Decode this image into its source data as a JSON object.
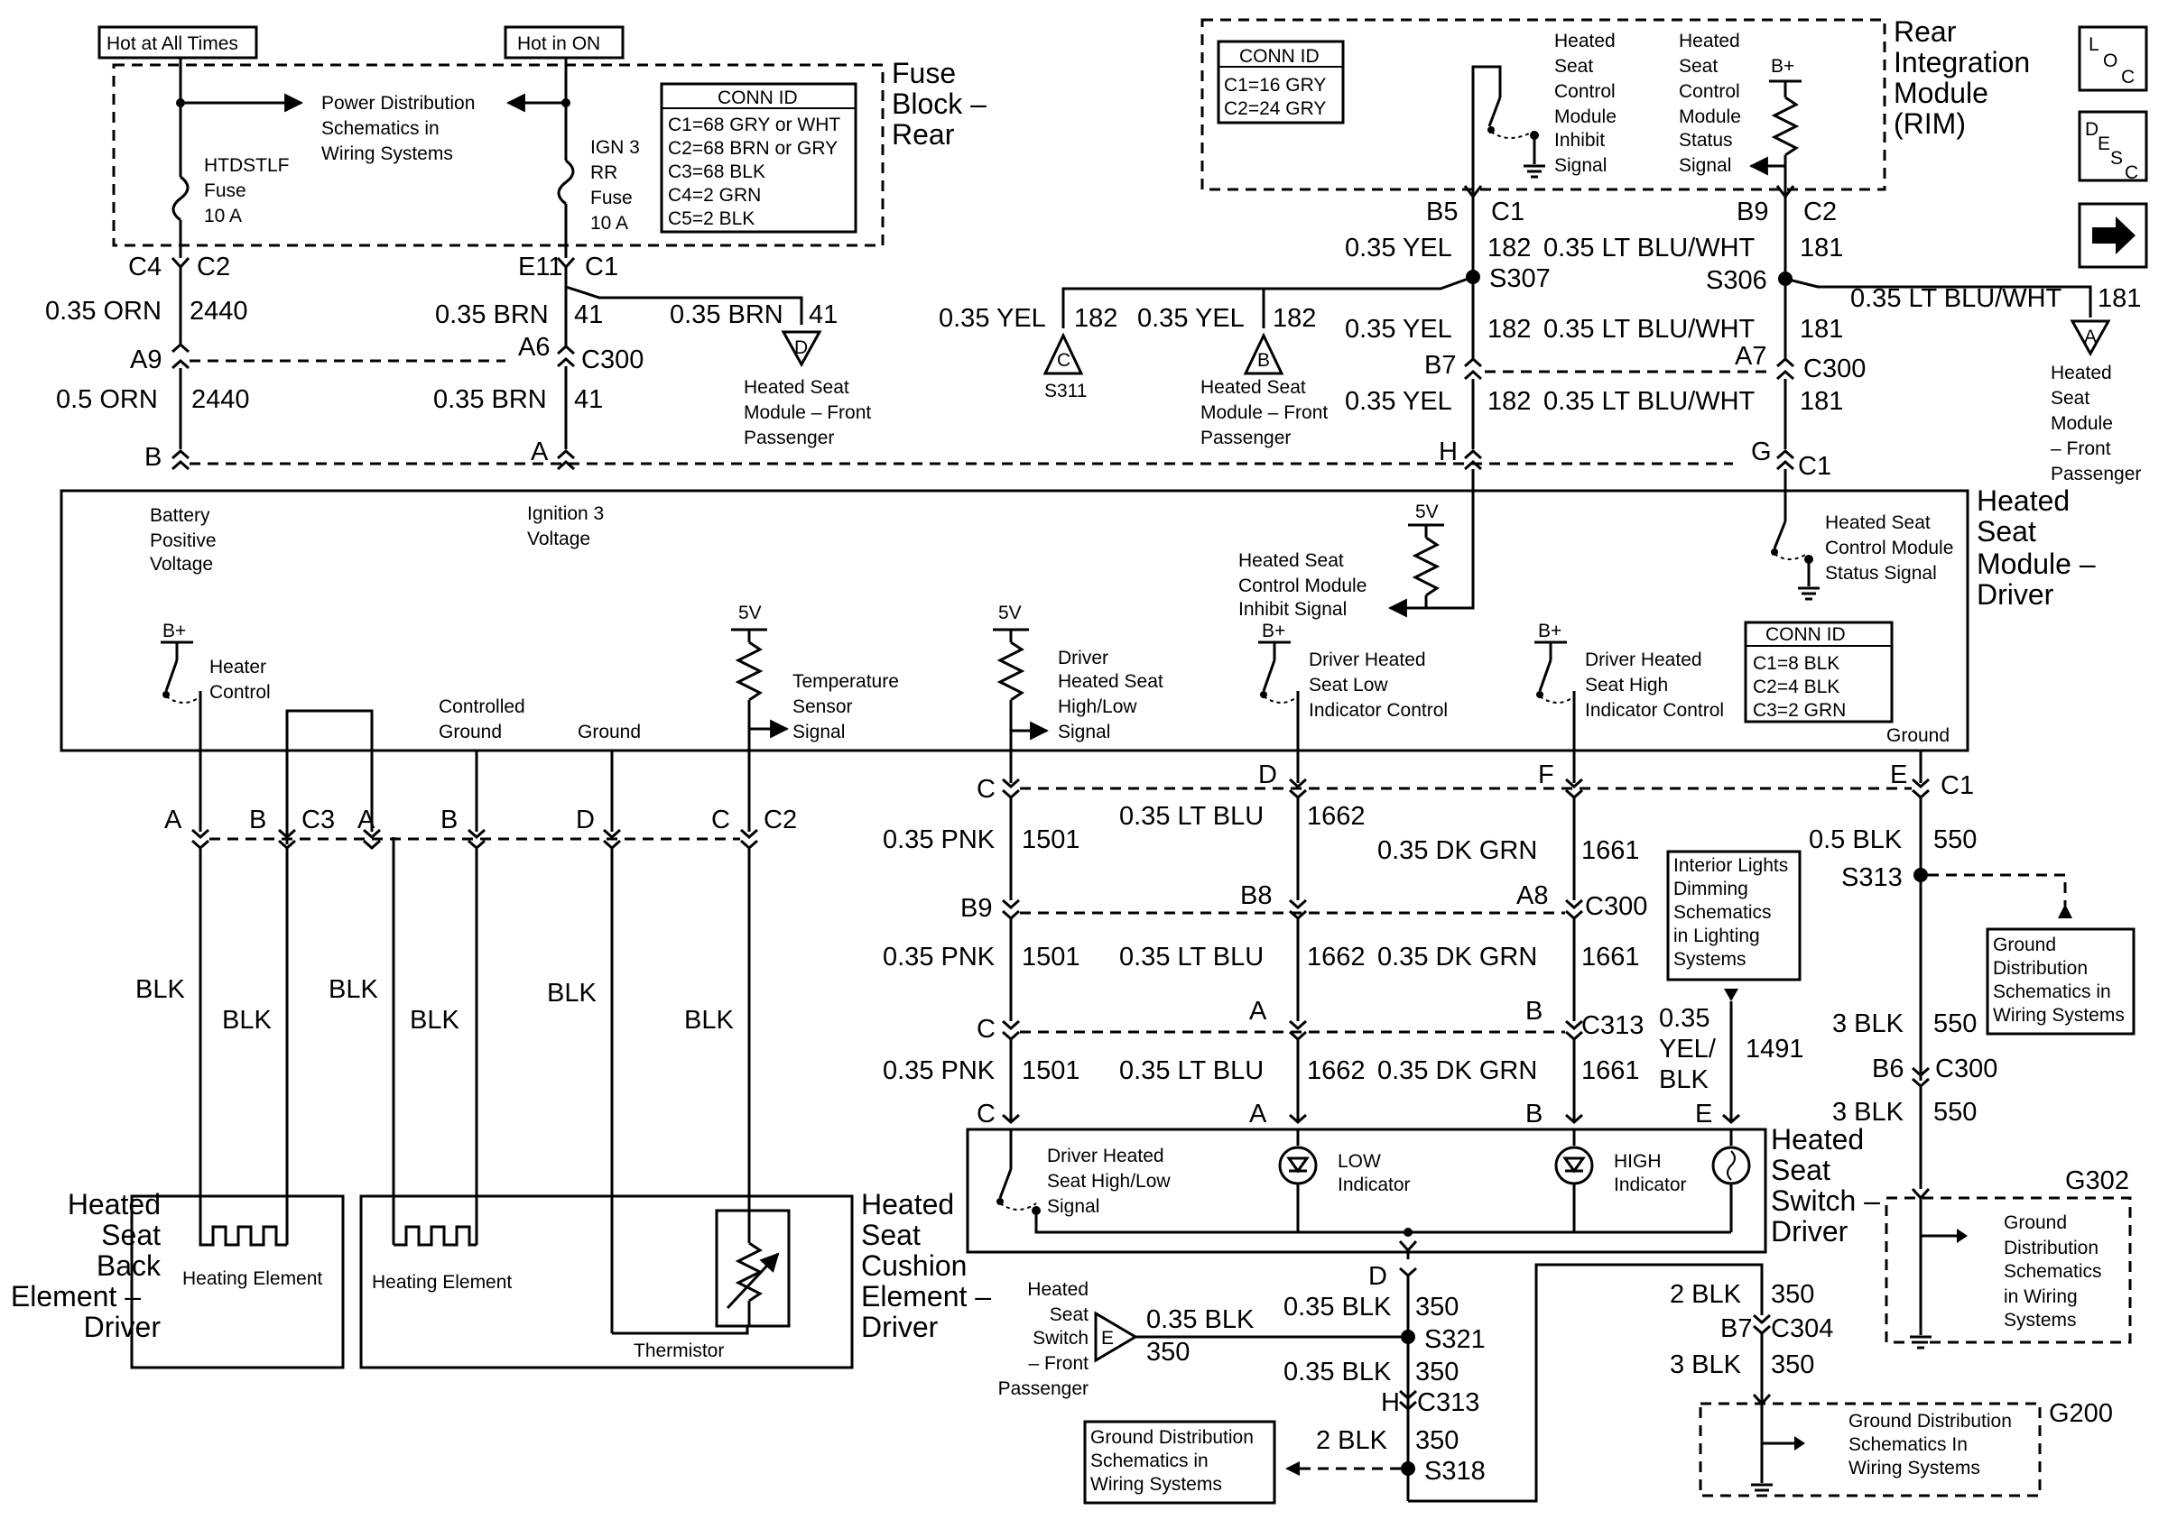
{
  "top_labels": {
    "hot_all_times": "Hot at All Times",
    "hot_in_on": "Hot in ON"
  },
  "fuse_block": {
    "title": "Fuse Block – Rear",
    "power_dist": "Power Distribution Schematics in Wiring Systems",
    "fuse1": "HTDSTLF Fuse 10 A",
    "fuse2": "IGN 3 RR Fuse 10 A",
    "conn_id_title": "CONN ID",
    "conn_ids": [
      "C1=68 GRY or WHT",
      "C2=68 BRN or GRY",
      "C3=68 BLK",
      "C4=2 GRN",
      "C5=2 BLK"
    ]
  },
  "rim": {
    "title": "Rear Integration Module (RIM)",
    "conn_id_title": "CONN ID",
    "conn_ids": [
      "C1=16 GRY",
      "C2=24 GRY"
    ],
    "inhibit": "Heated Seat Control Module Inhibit Signal",
    "status": "Heated Seat Control Module Status Signal",
    "bplus": "B+"
  },
  "side_icons": [
    "LOC",
    "DESC",
    "arrow-right"
  ],
  "wires": {
    "orn1": "0.35 ORN",
    "orn1_num": "2440",
    "orn2": "0.5 ORN",
    "orn2_num": "2440",
    "brn1": "0.35 BRN",
    "brn1_num": "41",
    "brn_branch": "0.35 BRN",
    "brn_branch_num": "41",
    "brn2": "0.35 BRN",
    "brn2_num": "41",
    "yel1": "0.35 YEL",
    "yel1_num": "182",
    "yel_s311": "0.35 YEL",
    "yel_s311_num": "182",
    "yel_b": "0.35 YEL",
    "yel_b_num": "182",
    "yel2": "0.35 YEL",
    "yel2_num": "182",
    "yel3": "0.35 YEL",
    "yel3_num": "182",
    "lbw1": "0.35 LT BLU/WHT",
    "lbw1_num": "181",
    "lbw_branch": "0.35 LT BLU/WHT",
    "lbw_branch_num": "181",
    "lbw2": "0.35 LT BLU/WHT",
    "lbw2_num": "181",
    "lbw3": "0.35 LT BLU/WHT",
    "lbw3_num": "181",
    "pnk1": "0.35 PNK",
    "pnk1_num": "1501",
    "pnk2": "0.35 PNK",
    "pnk2_num": "1501",
    "pnk3": "0.35 PNK",
    "pnk3_num": "1501",
    "lb1": "0.35 LT BLU",
    "lb1_num": "1662",
    "lb2": "0.35 LT BLU",
    "lb2_num": "1662",
    "lb3": "0.35 LT BLU",
    "lb3_num": "1662",
    "dg1": "0.35 DK GRN",
    "dg1_num": "1661",
    "dg2": "0.35 DK GRN",
    "dg2_num": "1661",
    "dg3": "0.35 DK GRN",
    "dg3_num": "1661",
    "yb_a": "0.35",
    "yb_b": "YEL/",
    "yb_c": "BLK",
    "yb_num": "1491",
    "blk05": "0.5 BLK",
    "blk05_num": "550",
    "blk3a": "3 BLK",
    "blk3a_num": "550",
    "blk3b": "3 BLK",
    "blk3b_num": "550",
    "blk_e": "0.35 BLK",
    "blk_e_num": "350",
    "blk_d": "0.35 BLK",
    "blk_d_num": "350",
    "blk_h": "0.35 BLK",
    "blk_h_num": "350",
    "blk2": "2 BLK",
    "blk2_num": "350",
    "blk2b": "2 BLK",
    "blk2b_num": "350",
    "blk3c": "3 BLK",
    "blk3c_num": "350",
    "blk": "BLK"
  },
  "connectors": {
    "c4": "C4",
    "c2": "C2",
    "e11": "E11",
    "c1": "C1",
    "a9": "A9",
    "a6": "A6",
    "c300": "C300",
    "b": "B",
    "a": "A",
    "b5": "B5",
    "b9": "B9",
    "s307": "S307",
    "s306": "S306",
    "b7": "B7",
    "a7": "A7",
    "h": "H",
    "g": "G",
    "c": "C",
    "d": "D",
    "f": "F",
    "e": "E",
    "b8": "B8",
    "a8": "A8",
    "c313": "C313",
    "s313": "S313",
    "b6": "B6",
    "c3": "C3",
    "s321": "S321",
    "s318": "S318",
    "c304": "C304",
    "g302": "G302",
    "g200": "G200",
    "s311": "S311"
  },
  "offpage": {
    "hsm_front_pass": "Heated Seat Module – Front Passenger",
    "hsm_front_pass2": "Heated Seat Module – Front Passenger",
    "hsm_front_pass3": "Heated Seat Module – Front Passenger",
    "switch_front_pass": "Heated Seat Switch – Front Passenger",
    "d": "D",
    "b": "B",
    "c": "C",
    "a": "A",
    "e": "E"
  },
  "hsm_driver": {
    "title": "Heated Seat Module – Driver",
    "battery": "Battery Positive Voltage",
    "ignition": "Ignition 3 Voltage",
    "inhibit": "Heated Seat Control Module Inhibit Signal",
    "status": "Heated Seat Control Module Status Signal",
    "heater_control": "Heater Control",
    "controlled_ground": "Controlled Ground",
    "ground": "Ground",
    "temp_sensor": "Temperature Sensor Signal",
    "hi_low": "Driver Heated Seat High/Low Signal",
    "low_ind": "Driver Heated Seat Low Indicator Control",
    "high_ind": "Driver Heated Seat High Indicator Control",
    "ground_r": "Ground",
    "bplus": "B+",
    "v5": "5V",
    "conn_id_title": "CONN ID",
    "conn_ids": [
      "C1=8 BLK",
      "C2=4 BLK",
      "C3=2 GRN"
    ]
  },
  "elements": {
    "back_title": "Heated Seat Back Element – Driver",
    "cushion_title": "Heated Seat Cushion Element – Driver",
    "heating_element": "Heating Element",
    "heating_element2": "Heating Element",
    "thermistor": "Thermistor"
  },
  "switch": {
    "title": "Heated Seat Switch – Driver",
    "hl_signal": "Driver Heated Seat High/Low Signal",
    "low": "LOW Indicator",
    "high": "HIGH Indicator"
  },
  "refs": {
    "interior_lights": "Interior Lights Dimming Schematics in Lighting Systems",
    "ground_dist1": "Ground Distribution Schematics in Wiring Systems",
    "ground_dist2": "Ground Distribution Schematics in Wiring Systems",
    "ground_dist3": "Ground Distribution Schematics in Wiring Systems",
    "ground_dist4": "Ground Distribution Schematics In Wiring Systems"
  }
}
